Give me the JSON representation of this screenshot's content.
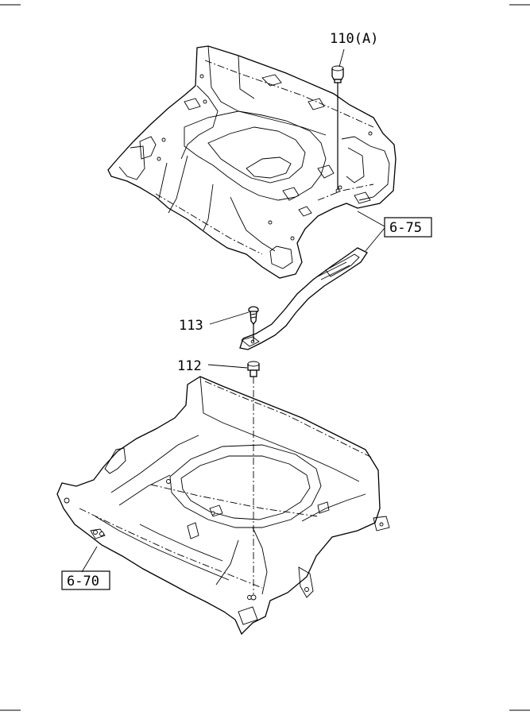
{
  "labels": {
    "part_110": "110(A)",
    "part_113": "113",
    "part_112": "112",
    "ref_6_75": "6-75",
    "ref_6_70": "6-70"
  }
}
